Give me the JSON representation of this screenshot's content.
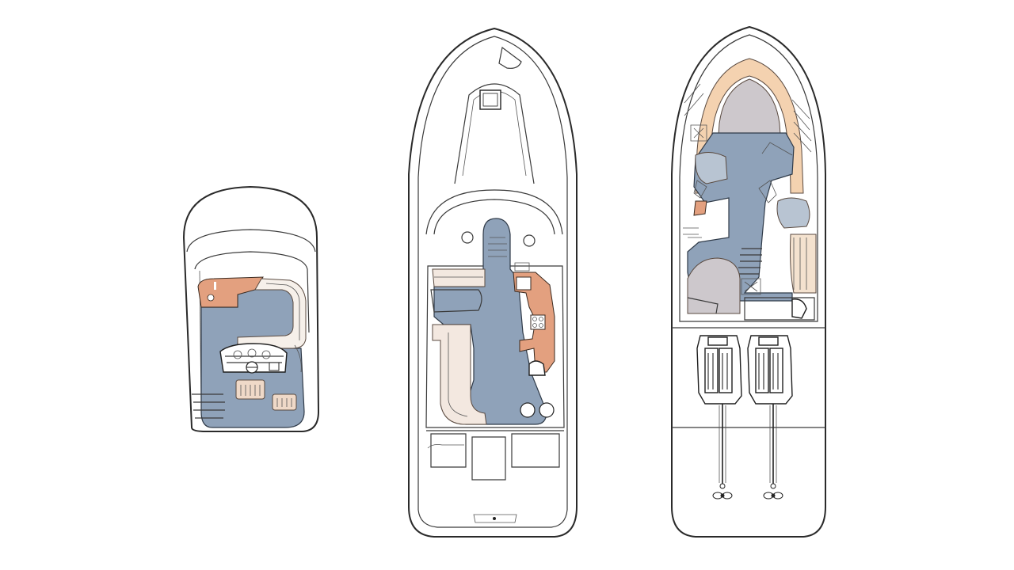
{
  "title": "",
  "views": [
    {
      "id": "flybridge",
      "role": "upper helm deck"
    },
    {
      "id": "main-deck",
      "role": "cockpit and foredeck"
    },
    {
      "id": "lower-deck",
      "role": "cabin and engine room"
    }
  ],
  "colors": {
    "background": "#ffffff",
    "outline": "#2a2a2a",
    "deck_blue": "#8fa2b9",
    "accent_orange": "#e3a07f",
    "seat_beige": "#efd9c8",
    "bed_grey": "#cdc8cc",
    "light_tan": "#f4e2cf"
  },
  "icons": [
    "steering-wheel-icon",
    "propeller-icon",
    "engine-icon",
    "hatch-icon"
  ]
}
